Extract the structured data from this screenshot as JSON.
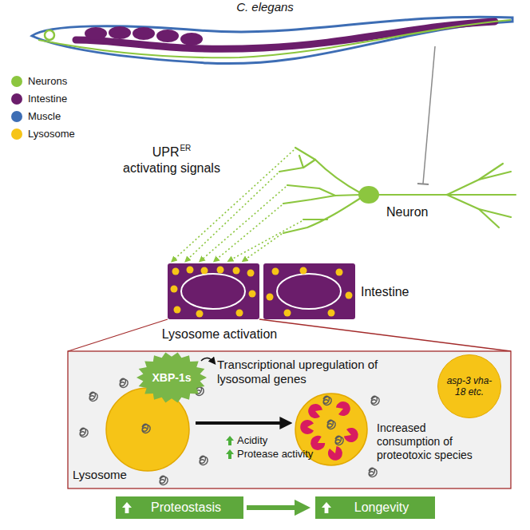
{
  "diagram": {
    "nodes": [
      {
        "text": [
          "XBP-1s"
        ]
      },
      {
        "text": [
          "asp-3 vha-18 etc."
        ]
      },
      {
        "text": [
          "Lysosome"
        ]
      },
      {
        "text": [
          "Proteostasis"
        ]
      },
      {
        "text": [
          "Longevity"
        ]
      }
    ],
    "edges": [
      {
        "from": 3,
        "to": 4,
        "arrow": "to"
      }
    ],
    "labels": [
      "C. elegans",
      "UPR",
      "ER",
      "activating signals",
      "Neuron",
      "Intestine",
      "Lysosome activation",
      "Transcriptional upregulation of lysosomal genes",
      "Acidity",
      "Protease activity",
      "Increased consumption of proteotoxic species"
    ],
    "legend": [
      {
        "text": "Neurons",
        "color": "#8cc63f"
      },
      {
        "text": "Intestine",
        "color": "#6b1d6b"
      },
      {
        "text": "Muscle",
        "color": "#3d6db4"
      },
      {
        "text": "Lysosome",
        "color": "#f6c417"
      }
    ]
  }
}
